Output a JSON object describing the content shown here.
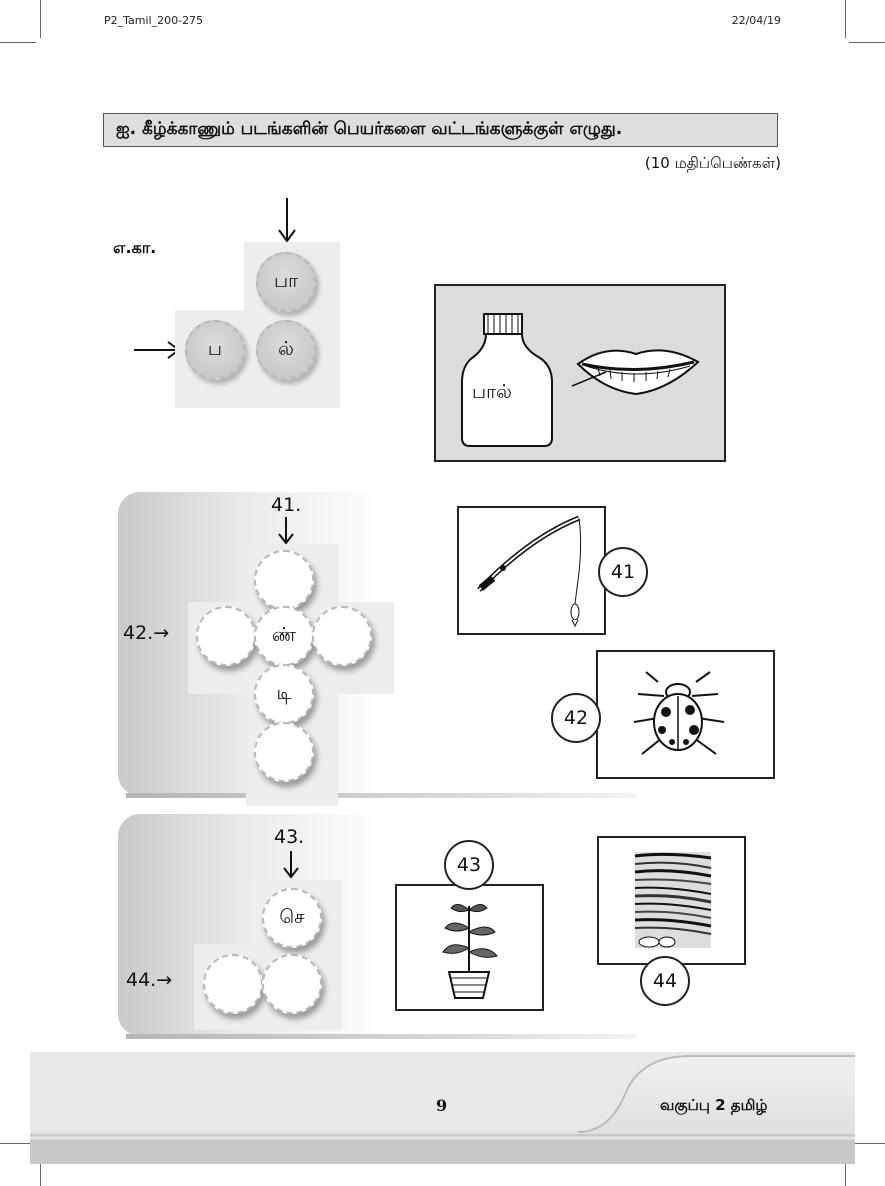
{
  "header": {
    "file_name": "P2_Tamil_200-275",
    "date": "22/04/19"
  },
  "question": {
    "instruction": "ஐ. கீழ்க்காணும் படங்களின் பெயர்களை வட்டங்களுக்குள் எழுது.",
    "marks": "(10 மதிப்பெண்கள்)"
  },
  "example": {
    "label": "எ.கா.",
    "down_letter": "பா",
    "across_first": "ப",
    "shared_letter": "ல்",
    "bottle_label": "பால்"
  },
  "puzzle1": {
    "down_label": "41.",
    "across_label": "42.→",
    "center_letter": "ண்",
    "below_letter": "டி",
    "badge_41": "41",
    "badge_42": "42"
  },
  "puzzle2": {
    "down_label": "43.",
    "across_label": "44.→",
    "top_letter": "செ",
    "badge_43": "43",
    "badge_44": "44"
  },
  "footer": {
    "page_number": "9",
    "grade_subject": "வகுப்பு 2 தமிழ்"
  }
}
